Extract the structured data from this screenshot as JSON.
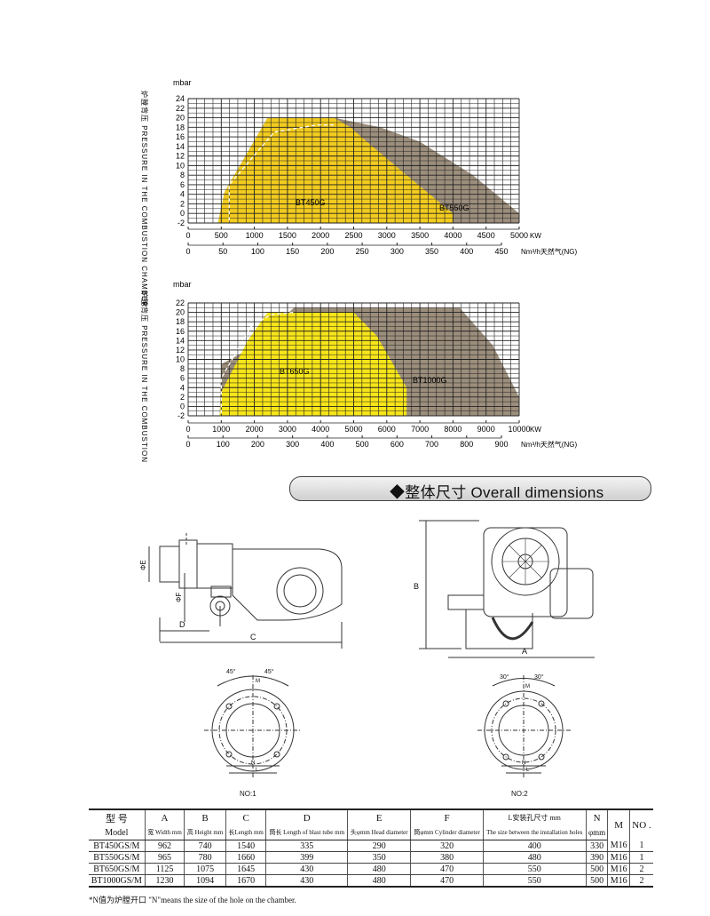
{
  "chart_data": [
    {
      "type": "area",
      "title": "",
      "y_unit": "mbar",
      "ylabel": "炉膛背压 PRESSURE IN THE COMBUSTION CHAMBER",
      "x_unit": "KW",
      "x2_label": "Nm³/h天然气(NG)",
      "ylim": [
        -2,
        24
      ],
      "y_ticks": [
        "24",
        "22",
        "20",
        "18",
        "16",
        "14",
        "12",
        "10",
        "8",
        "6",
        "4",
        "2",
        "0",
        "-2"
      ],
      "x_ticks": [
        "0",
        "500",
        "1000",
        "1500",
        "2000",
        "2500",
        "3000",
        "3500",
        "4000",
        "4500",
        "5000"
      ],
      "x2_ticks": [
        "0",
        "50",
        "100",
        "150",
        "200",
        "250",
        "300",
        "350",
        "400",
        "450"
      ],
      "series": [
        {
          "name": "BT450G",
          "color": "#f2cb1f",
          "x": [
            450,
            550,
            1200,
            2200,
            2450,
            2700,
            3300,
            4000,
            4000
          ],
          "y": [
            -2,
            4.5,
            20,
            20,
            18,
            15,
            8,
            0,
            -2
          ]
        },
        {
          "name": "BT550G",
          "color": "#9c8e7c",
          "x": [
            450,
            550,
            1200,
            2200,
            2900,
            3500,
            4300,
            5000,
            5000
          ],
          "y": [
            -2,
            4.5,
            20,
            20,
            18,
            15,
            8,
            0,
            -2
          ]
        }
      ],
      "dashed_curve": {
        "x": [
          620,
          620,
          1300,
          1950,
          2220
        ],
        "y": [
          -1.5,
          6,
          17,
          18.5,
          18.5
        ]
      },
      "labels": [
        "BT450G",
        "BT550G"
      ]
    },
    {
      "type": "area",
      "title": "",
      "y_unit": "mbar",
      "ylabel": "炉膛背压 PRESSURE IN THE COMBUSTION CHAMBER",
      "x_unit": "KW",
      "x2_label": "Nm³/h天然气(NG)",
      "ylim": [
        -2,
        22
      ],
      "y_ticks": [
        "22",
        "20",
        "18",
        "16",
        "14",
        "12",
        "10",
        "8",
        "6",
        "4",
        "2",
        "0",
        "-2"
      ],
      "x_ticks": [
        "0",
        "1000",
        "2000",
        "3000",
        "4000",
        "5000",
        "6000",
        "7000",
        "8000",
        "9000",
        "10000"
      ],
      "x2_ticks": [
        "0",
        "100",
        "200",
        "300",
        "400",
        "500",
        "600",
        "700",
        "800",
        "900"
      ],
      "series": [
        {
          "name": "BT650G",
          "color": "#f7e519",
          "x": [
            950,
            1000,
            1800,
            2400,
            3200,
            5000,
            5700,
            6600,
            6600
          ],
          "y": [
            -2,
            3,
            14,
            20,
            20,
            20,
            15,
            4,
            -2
          ]
        },
        {
          "name": "BT1000G",
          "color": "#9c8e7c",
          "x": [
            950,
            1000,
            1800,
            3200,
            4800,
            8200,
            9200,
            10000,
            10000
          ],
          "y": [
            -2,
            9,
            12,
            21,
            21,
            21,
            13,
            2,
            -2
          ]
        }
      ],
      "dashed_curve": {
        "x": [
          1000,
          1000,
          1900,
          2500,
          3200
        ],
        "y": [
          -1.5,
          6,
          17,
          19.5,
          20
        ]
      },
      "labels": [
        "BT650G",
        "BT1000G"
      ]
    }
  ],
  "section_title": "◆整体尺寸  Overall dimensions",
  "drawing_labels": {
    "e": "ΦE",
    "f": "ΦF",
    "d": "D",
    "c": "C",
    "b": "B",
    "a": "A",
    "angle45": "45°",
    "angle30": "30°",
    "m": "M",
    "n": "N",
    "l": "L",
    "no1": "NO:1",
    "no2": "NO:2"
  },
  "table": {
    "h_model_cn": "型 号",
    "h_model_en": "Model",
    "h_a": "A",
    "h_b": "B",
    "h_c": "C",
    "h_d": "D",
    "h_e": "E",
    "h_f": "F",
    "h_l": "L安装孔尺寸 mm",
    "h_l_en": "The size between the installation holes",
    "h_n": "N",
    "h_n2": "φmm",
    "h_m": "M",
    "h_no": "NO .",
    "s_a": "宽 Width mm",
    "s_b": "高 Height mm",
    "s_c": "长Length mm",
    "s_d": "筒长 Length of blast tube mm",
    "s_e": "头φmm Head diameter",
    "s_f": "筒φmm Cylinder diameter",
    "rows": [
      {
        "model": "BT450GS/M",
        "a": "962",
        "b": "740",
        "c": "1540",
        "d": "335",
        "e": "290",
        "f": "320",
        "l": "400",
        "n": "330",
        "m": "M16",
        "no": "1"
      },
      {
        "model": "BT550GS/M",
        "a": "965",
        "b": "780",
        "c": "1660",
        "d": "399",
        "e": "350",
        "f": "380",
        "l": "480",
        "n": "390",
        "m": "M16",
        "no": "1"
      },
      {
        "model": "BT650GS/M",
        "a": "1125",
        "b": "1075",
        "c": "1645",
        "d": "430",
        "e": "480",
        "f": "470",
        "l": "550",
        "n": "500",
        "m": "M16",
        "no": "2"
      },
      {
        "model": "BT1000GS/M",
        "a": "1230",
        "b": "1094",
        "c": "1670",
        "d": "430",
        "e": "480",
        "f": "470",
        "l": "550",
        "n": "500",
        "m": "M16",
        "no": "2"
      }
    ]
  },
  "footnote": "*N值为炉膛开口 \"N\"means the size of the hole on the chamber."
}
